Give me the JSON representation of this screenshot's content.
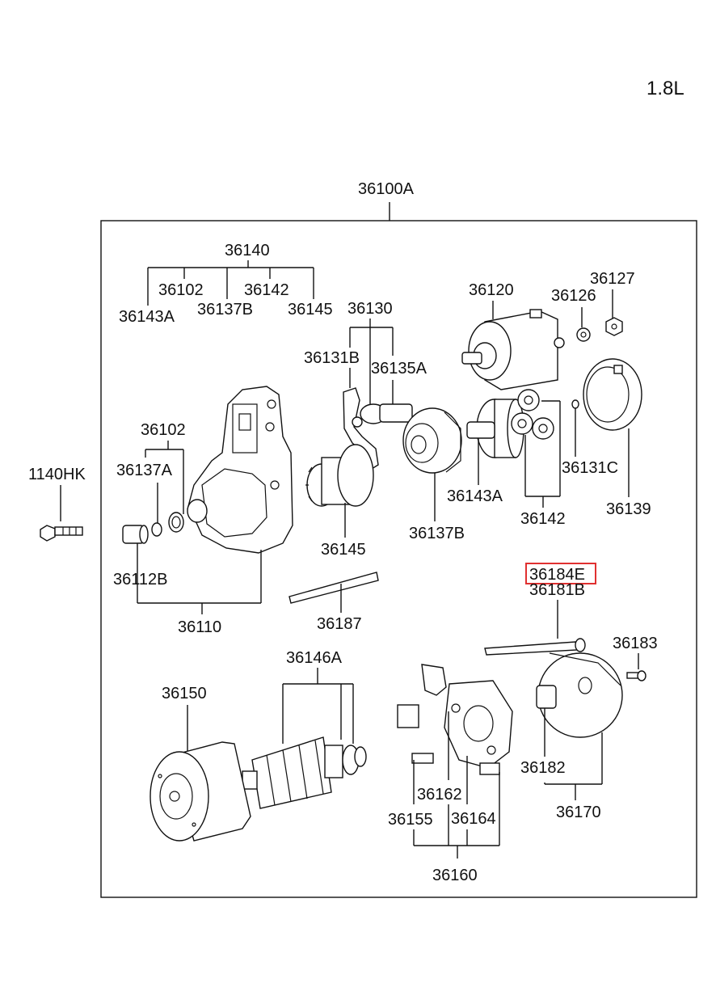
{
  "engine": "1.8L",
  "colors": {
    "highlight": "#e03030",
    "ink": "#111111"
  },
  "labels": {
    "assembly": "36100A",
    "bolt_1140hk": "1140HK",
    "group_36140": "36140",
    "p36102_top": "36102",
    "p36142_top": "36142",
    "p36143a_top": "36143A",
    "p36137b_top": "36137B",
    "p36145_top": "36145",
    "p36130": "36130",
    "p36131b": "36131B",
    "p36135a": "36135A",
    "p36120": "36120",
    "p36126": "36126",
    "p36127": "36127",
    "p36102_mid": "36102",
    "p36137a": "36137A",
    "p36112b": "36112B",
    "p36110": "36110",
    "p36145_mid": "36145",
    "p36137b_mid": "36137B",
    "p36143a_mid": "36143A",
    "p36142_mid": "36142",
    "p36131c": "36131C",
    "p36139": "36139",
    "p36184e": "36184E",
    "p36181b": "36181B",
    "p36187": "36187",
    "p36183": "36183",
    "p36146a": "36146A",
    "p36150": "36150",
    "p36162": "36162",
    "p36155": "36155",
    "p36164": "36164",
    "p36160": "36160",
    "p36182": "36182",
    "p36170": "36170"
  }
}
